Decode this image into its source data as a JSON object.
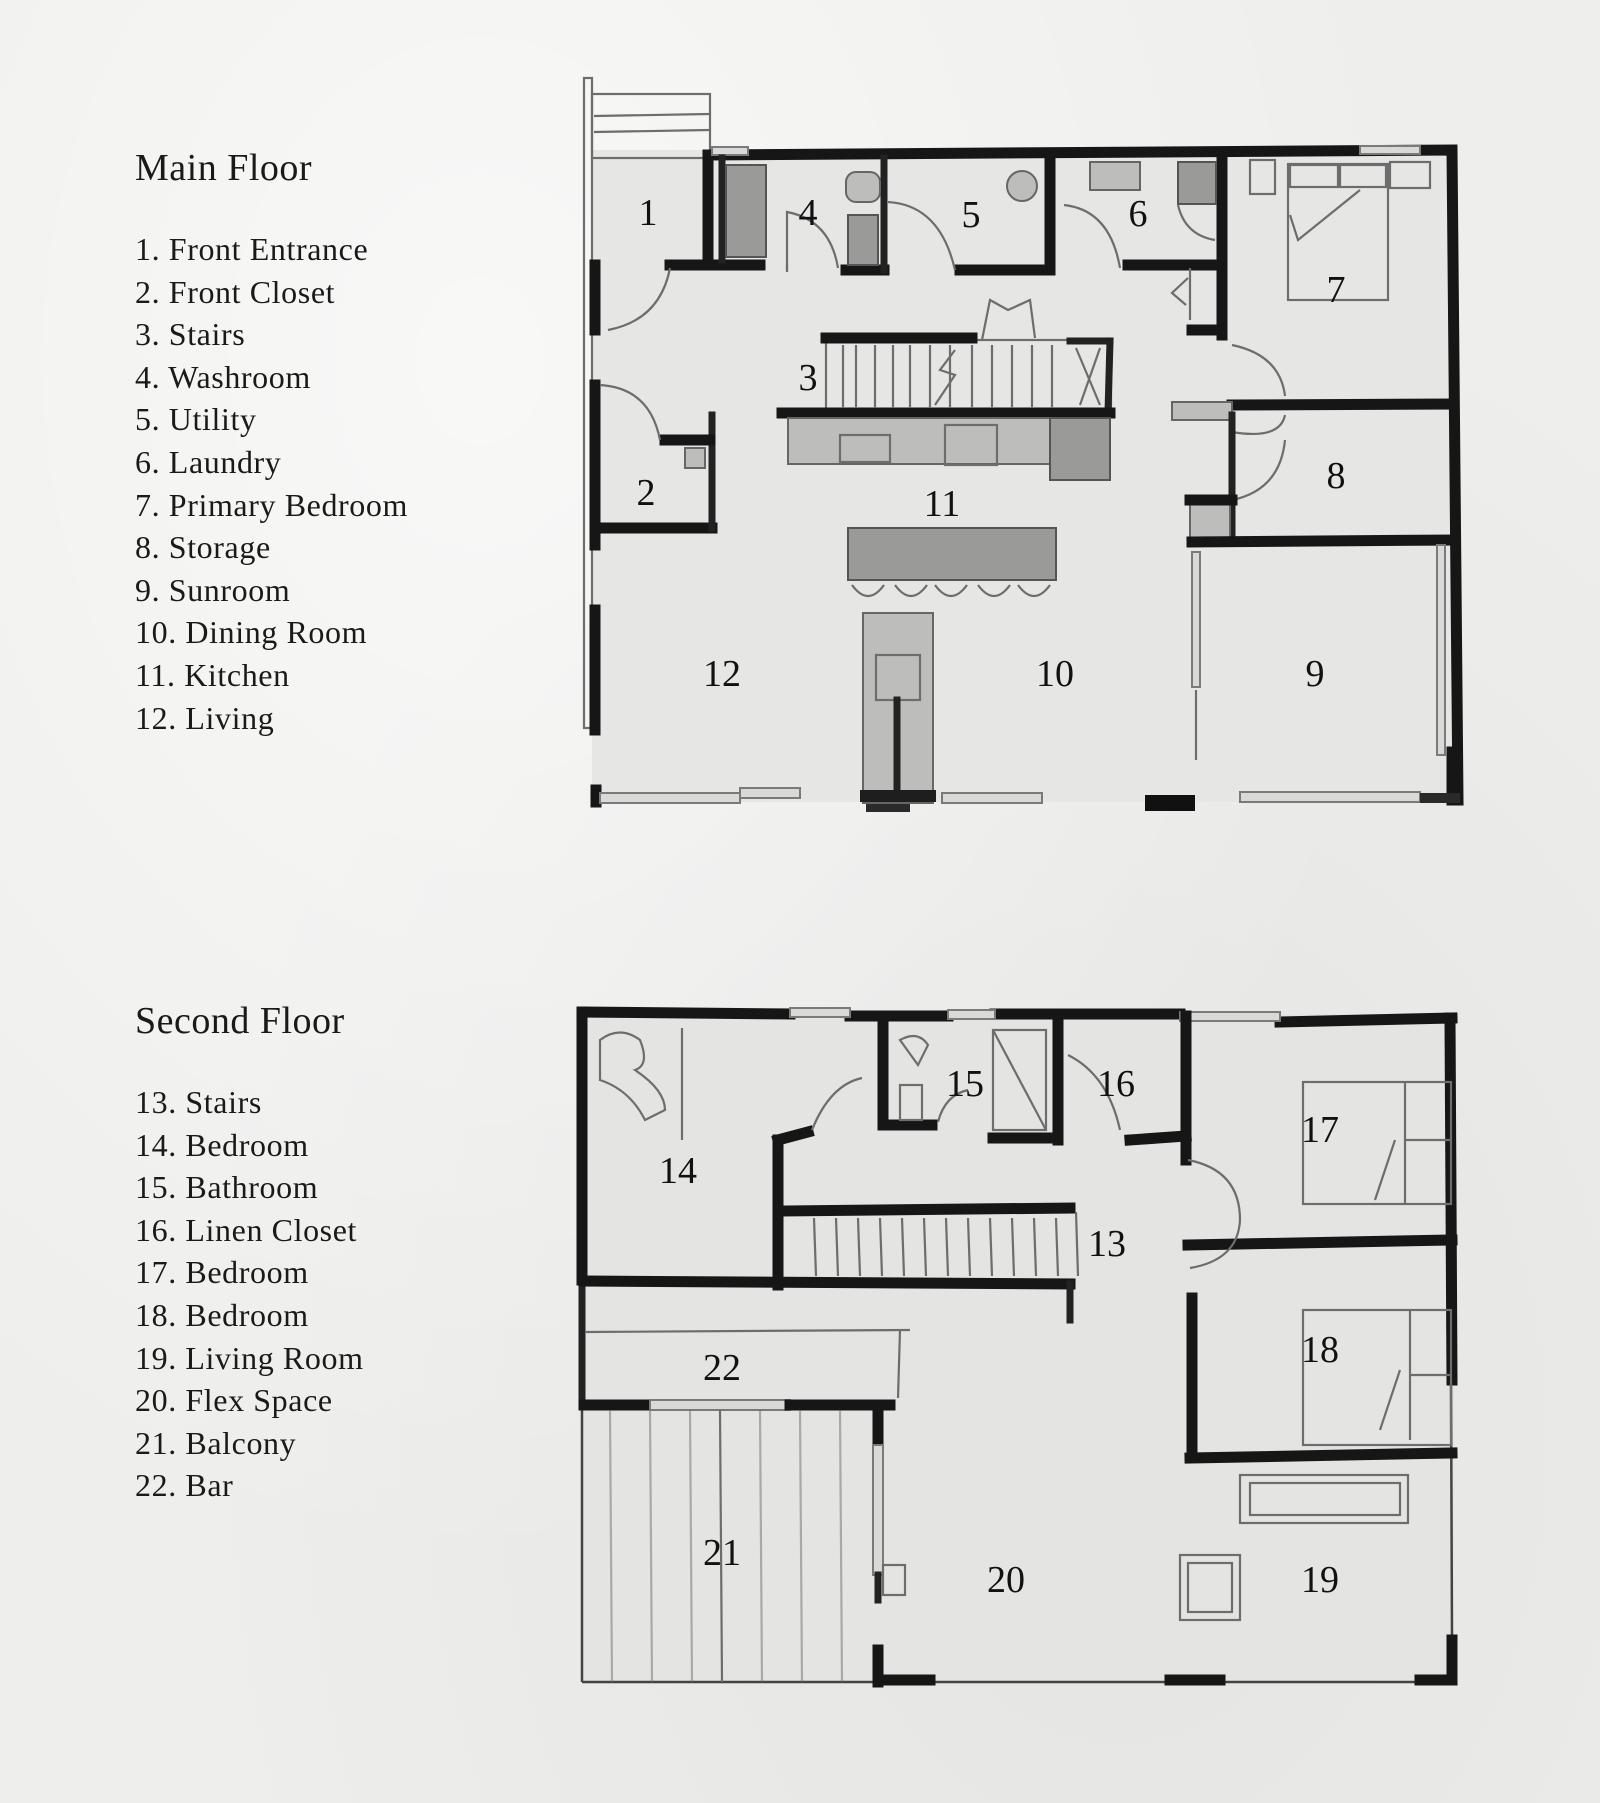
{
  "main_floor": {
    "title": "Main Floor",
    "rooms": [
      {
        "num": "1",
        "name": "Front Entrance",
        "entry": "1. Front Entrance"
      },
      {
        "num": "2",
        "name": "Front Closet",
        "entry": "2. Front Closet"
      },
      {
        "num": "3",
        "name": "Stairs",
        "entry": "3. Stairs"
      },
      {
        "num": "4",
        "name": "Washroom",
        "entry": "4. Washroom"
      },
      {
        "num": "5",
        "name": "Utility",
        "entry": "5. Utility"
      },
      {
        "num": "6",
        "name": "Laundry",
        "entry": "6. Laundry"
      },
      {
        "num": "7",
        "name": "Primary Bedroom",
        "entry": "7. Primary Bedroom"
      },
      {
        "num": "8",
        "name": "Storage",
        "entry": "8. Storage"
      },
      {
        "num": "9",
        "name": "Sunroom",
        "entry": "9. Sunroom"
      },
      {
        "num": "10",
        "name": "Dining Room",
        "entry": "10. Dining Room"
      },
      {
        "num": "11",
        "name": "Kitchen",
        "entry": "11. Kitchen"
      },
      {
        "num": "12",
        "name": "Living",
        "entry": "12. Living"
      }
    ]
  },
  "second_floor": {
    "title": "Second Floor",
    "rooms": [
      {
        "num": "13",
        "name": "Stairs",
        "entry": "13. Stairs"
      },
      {
        "num": "14",
        "name": "Bedroom",
        "entry": "14. Bedroom"
      },
      {
        "num": "15",
        "name": "Bathroom",
        "entry": "15. Bathroom"
      },
      {
        "num": "16",
        "name": "Linen Closet",
        "entry": "16. Linen Closet"
      },
      {
        "num": "17",
        "name": "Bedroom",
        "entry": "17. Bedroom"
      },
      {
        "num": "18",
        "name": "Bedroom",
        "entry": "18. Bedroom"
      },
      {
        "num": "19",
        "name": "Living Room",
        "entry": "19. Living Room"
      },
      {
        "num": "20",
        "name": "Flex Space",
        "entry": "20. Flex Space"
      },
      {
        "num": "21",
        "name": "Balcony",
        "entry": "21. Balcony"
      },
      {
        "num": "22",
        "name": "Bar",
        "entry": "22. Bar"
      }
    ]
  }
}
